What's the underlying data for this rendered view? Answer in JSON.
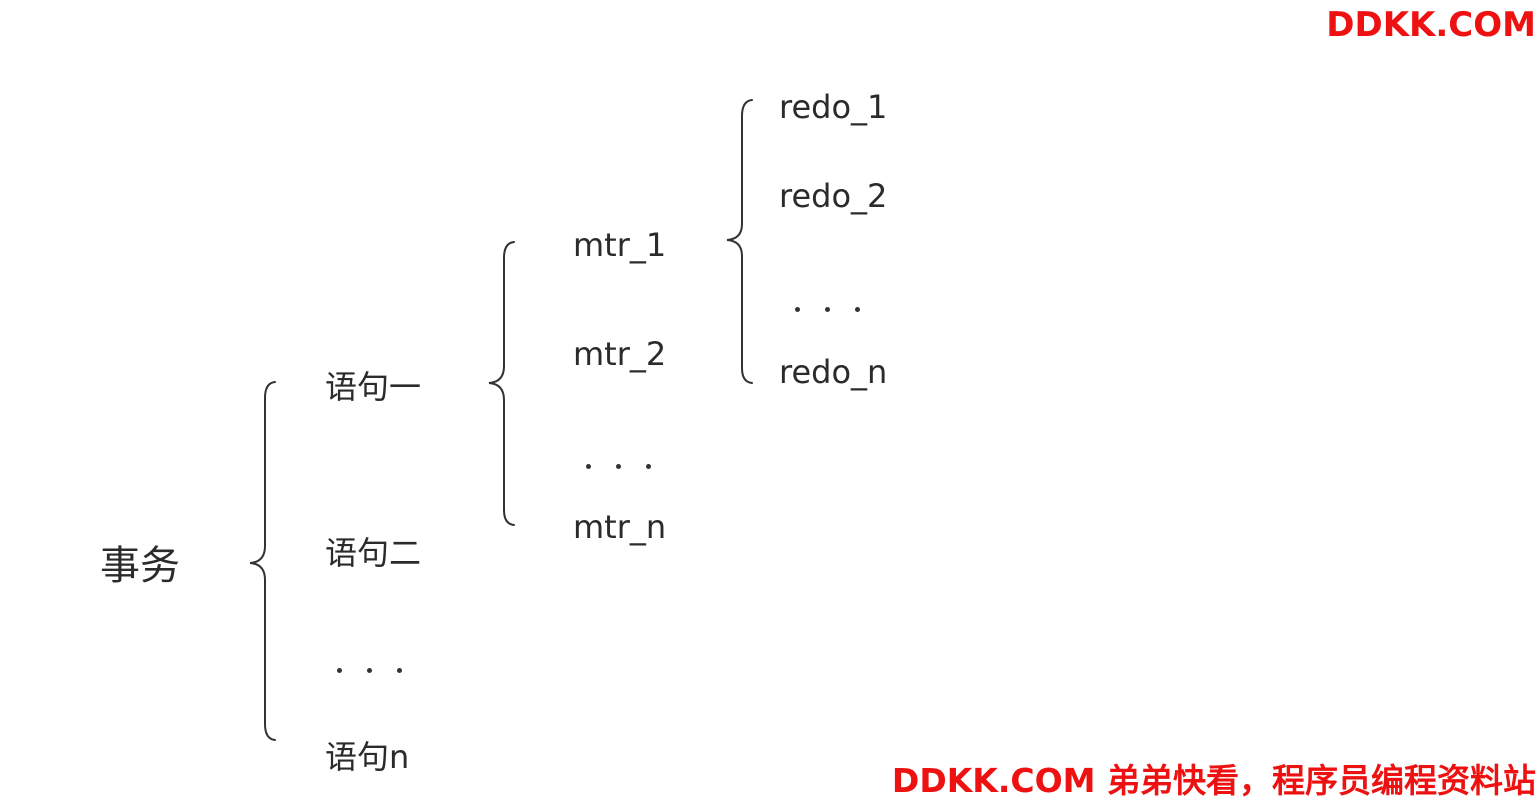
{
  "root": {
    "label": "事务"
  },
  "statements": [
    {
      "label": "语句一"
    },
    {
      "label": "语句二"
    },
    {
      "label": "语句n"
    }
  ],
  "mtrs": [
    {
      "label": "mtr_1"
    },
    {
      "label": "mtr_2"
    },
    {
      "label": "mtr_n"
    }
  ],
  "redos": [
    {
      "label": "redo_1"
    },
    {
      "label": "redo_2"
    },
    {
      "label": "redo_n"
    }
  ],
  "watermark": {
    "top": "DDKK.COM",
    "bottom": "DDKK.COM 弟弟快看，程序员编程资料站",
    "color": "#ee1111"
  },
  "colors": {
    "text": "#2b2b2b",
    "brace": "#333333",
    "dots": "#333333"
  }
}
